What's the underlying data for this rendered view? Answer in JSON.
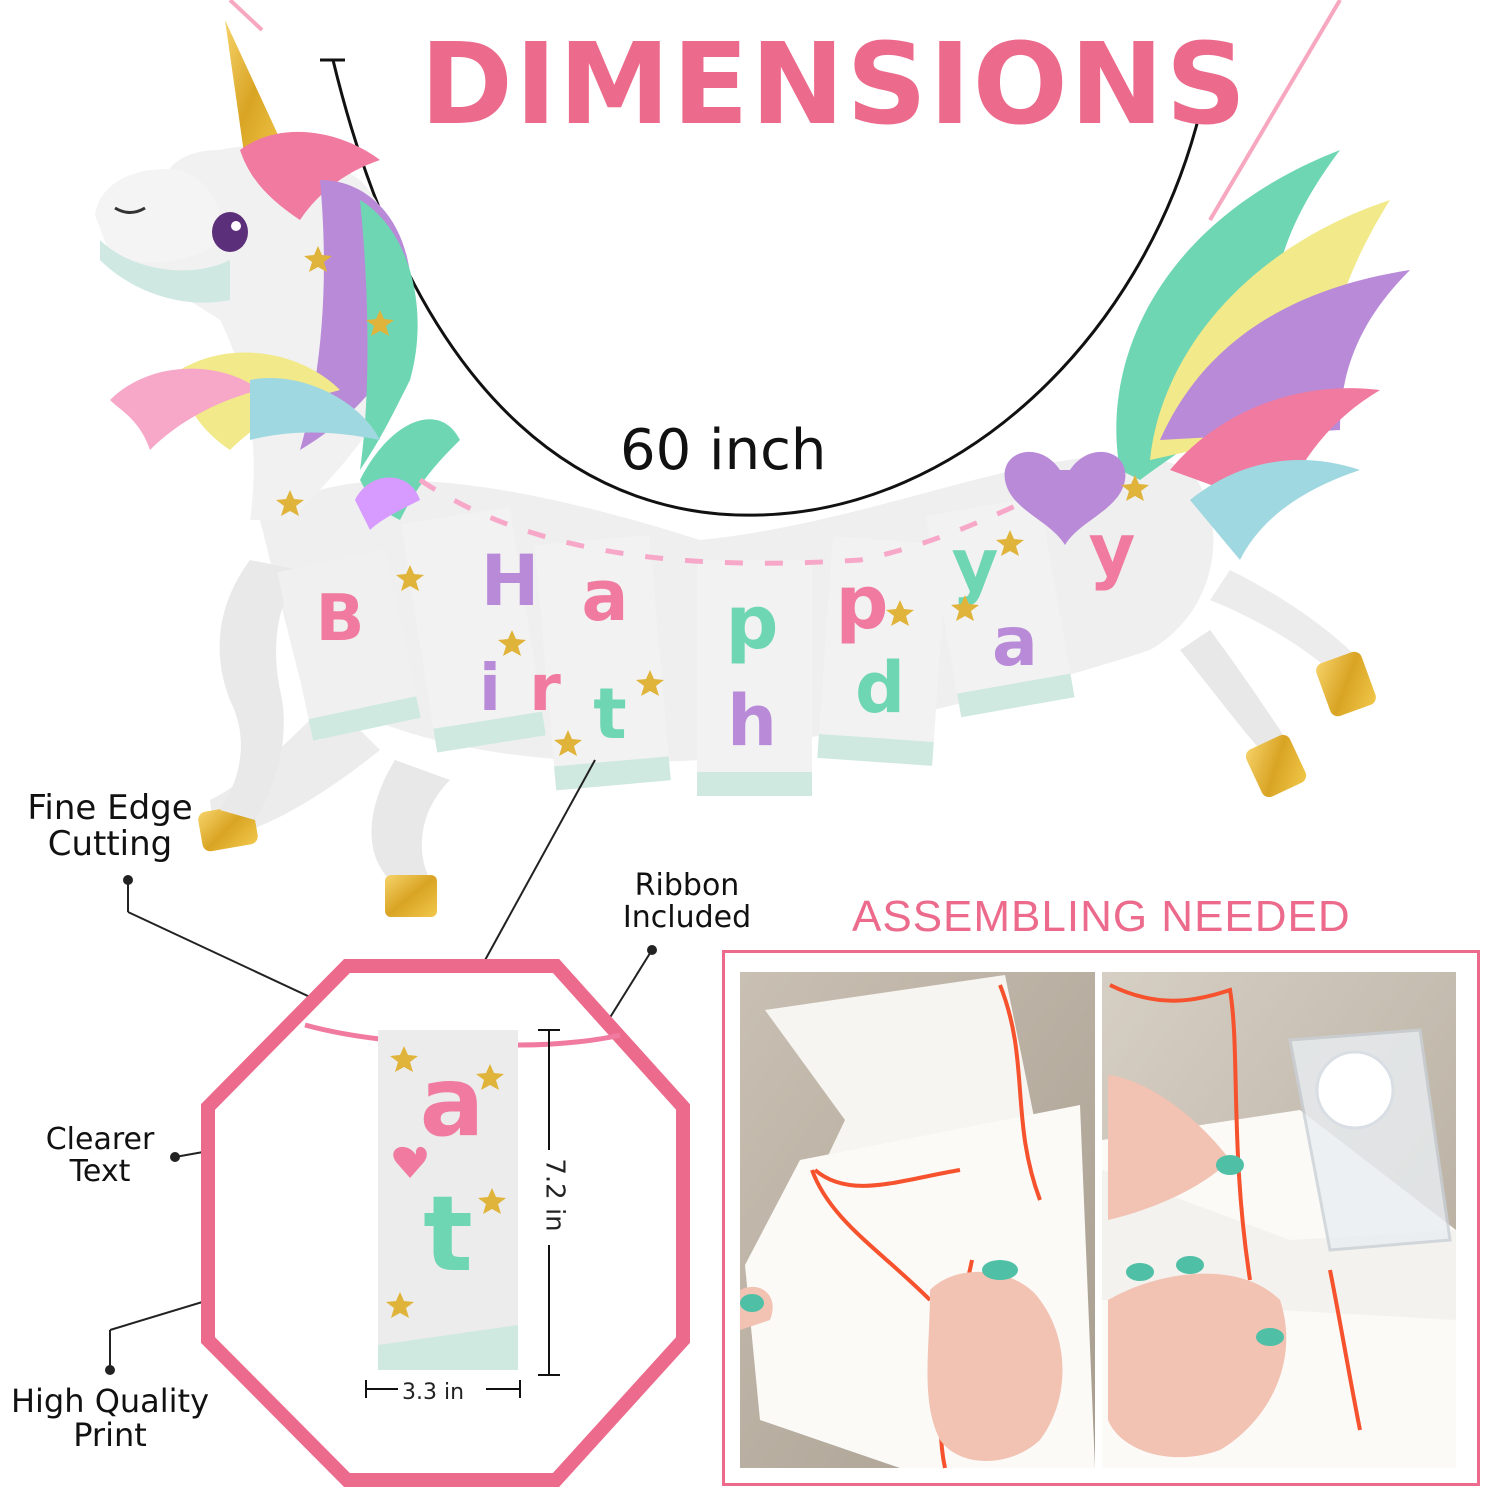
{
  "title": "DIMENSIONS",
  "banner": {
    "letters_top": [
      "H",
      "a",
      "p",
      "p",
      "y"
    ],
    "letters_bottom": [
      "B",
      "i",
      "r",
      "t",
      "h",
      "d",
      "a",
      "y"
    ],
    "total_length": "60 inch"
  },
  "callouts": {
    "fine_edge": "Fine Edge\nCutting",
    "ribbon": "Ribbon\nIncluded",
    "clearer_text": "Clearer\nText",
    "high_quality": "High Quality\nPrint"
  },
  "detail_card": {
    "letters": [
      "a",
      "t"
    ],
    "height": "7.2 in",
    "width": "3.3 in"
  },
  "assembly": {
    "heading": "ASSEMBLING NEEDED"
  },
  "colors": {
    "accent_pink": "#ec6a8c",
    "letter_pink": "#f07aa0",
    "letter_purple": "#b88ad8",
    "letter_mint": "#6fd6b4",
    "gold": "#e0b43a"
  }
}
